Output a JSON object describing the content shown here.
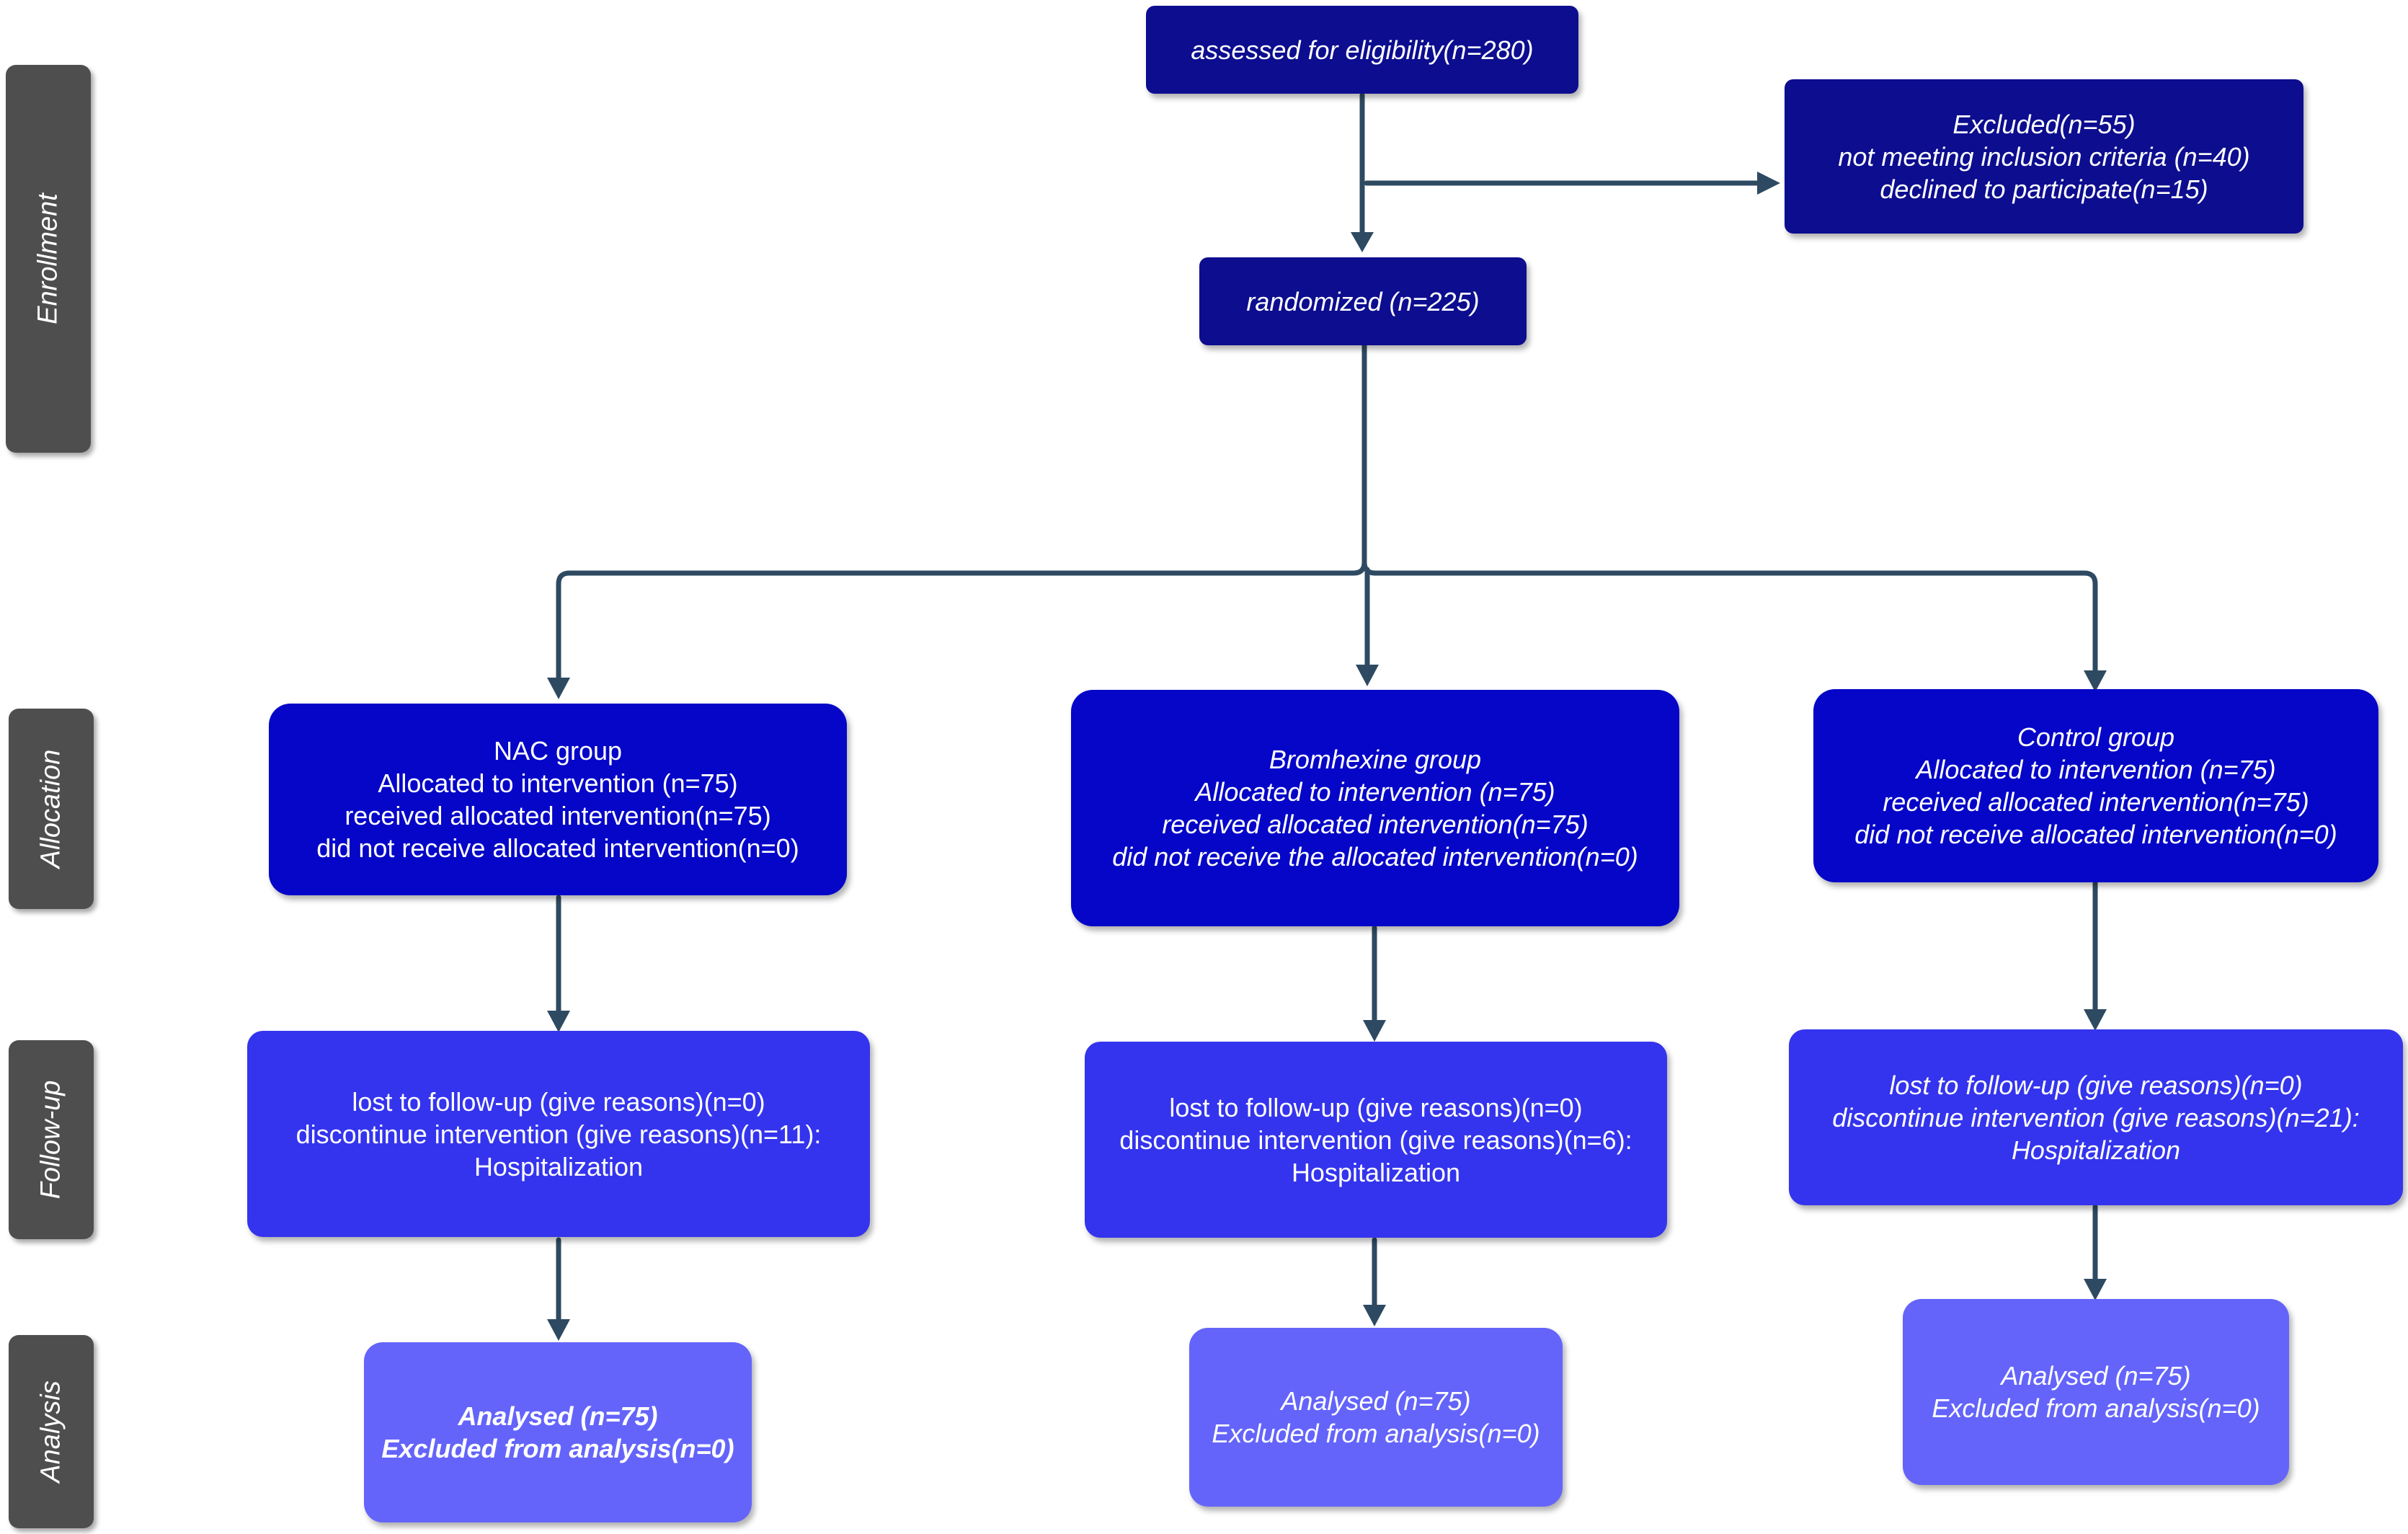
{
  "colors": {
    "navy_box": "#0d0d8f",
    "allocation_box": "#0606c8",
    "followup_box": "#3434ee",
    "analysis_box": "#6464fb",
    "stage_label_bg": "#4e4e4e",
    "connector": "#2e4a62"
  },
  "stages": {
    "enrollment": "Enrollment",
    "allocation": "Allocation",
    "followup": "Follow-up",
    "analysis": "Analysis"
  },
  "assessed": "assessed for eligibility(n=280)",
  "excluded": {
    "title": "Excluded(n=55)",
    "line1": "not meeting inclusion criteria (n=40)",
    "line2": "declined to participate(n=15)"
  },
  "randomized": "randomized (n=225)",
  "groups": [
    {
      "allocation": {
        "title": "NAC group",
        "line1": "Allocated to intervention (n=75)",
        "line2": "received allocated intervention(n=75)",
        "line3": "did not receive allocated intervention(n=0)"
      },
      "followup": {
        "line1": "lost to follow-up (give reasons)(n=0)",
        "line2": "discontinue intervention (give reasons)(n=11):",
        "line3": "Hospitalization"
      },
      "analysis": {
        "line1": "Analysed (n=75)",
        "line2": "Excluded from analysis(n=0)"
      }
    },
    {
      "allocation": {
        "title": "Bromhexine group",
        "line1": "Allocated to intervention (n=75)",
        "line2": "received allocated intervention(n=75)",
        "line3": "did not receive the allocated intervention(n=0)"
      },
      "followup": {
        "line1": "lost to follow-up (give reasons)(n=0)",
        "line2": "discontinue intervention (give reasons)(n=6):",
        "line3": "Hospitalization"
      },
      "analysis": {
        "line1": "Analysed (n=75)",
        "line2": "Excluded from analysis(n=0)"
      }
    },
    {
      "allocation": {
        "title": "Control group",
        "line1": "Allocated to intervention (n=75)",
        "line2": "received allocated intervention(n=75)",
        "line3": "did not receive allocated intervention(n=0)"
      },
      "followup": {
        "line1": "lost to follow-up (give reasons)(n=0)",
        "line2": "discontinue intervention (give reasons)(n=21):",
        "line3": "Hospitalization"
      },
      "analysis": {
        "line1": "Analysed (n=75)",
        "line2": "Excluded from analysis(n=0)"
      }
    }
  ]
}
